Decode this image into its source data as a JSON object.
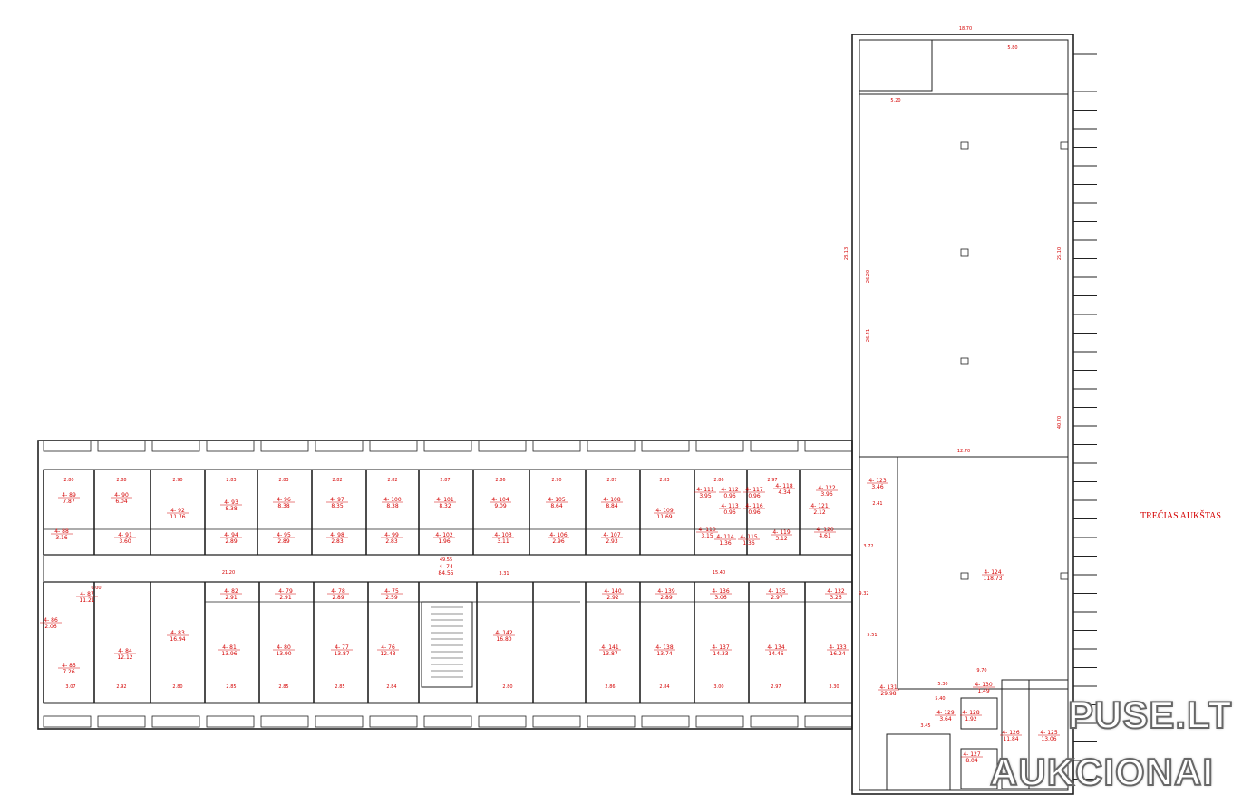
{
  "floor_label": "TREČIAS AUKŠTAS",
  "watermark": {
    "line1": "PUSE.LT",
    "line2": "AUKCIONAI"
  },
  "colors": {
    "wall": "#222222",
    "annotation": "#d40000",
    "background": "#ffffff"
  },
  "rooms_top": [
    {
      "id": "4- 89",
      "area": "7.87"
    },
    {
      "id": "4- 90",
      "area": "6.04"
    },
    {
      "id": "4- 92",
      "area": "11.76"
    },
    {
      "id": "4- 93",
      "area": "8.38"
    },
    {
      "id": "4- 96",
      "area": "8.38"
    },
    {
      "id": "4- 97",
      "area": "8.35"
    },
    {
      "id": "4- 100",
      "area": "8.38"
    },
    {
      "id": "4- 101",
      "area": "8.32"
    },
    {
      "id": "4- 104",
      "area": "9.09"
    },
    {
      "id": "4- 105",
      "area": "8.64"
    },
    {
      "id": "4- 108",
      "area": "8.84"
    },
    {
      "id": "4- 109",
      "area": "11.69"
    }
  ],
  "rooms_top_small": [
    {
      "id": "4- 88",
      "area": "3.16"
    },
    {
      "id": "4- 91",
      "area": "3.60"
    },
    {
      "id": "4- 94",
      "area": "2.89"
    },
    {
      "id": "4- 95",
      "area": "2.89"
    },
    {
      "id": "4- 98",
      "area": "2.83"
    },
    {
      "id": "4- 99",
      "area": "2.83"
    },
    {
      "id": "4- 102",
      "area": "1.96"
    },
    {
      "id": "4- 103",
      "area": "3.11"
    },
    {
      "id": "4- 106",
      "area": "2.96"
    },
    {
      "id": "4- 107",
      "area": "2.93"
    }
  ],
  "rooms_mid": [
    {
      "id": "4- 111",
      "area": "3.95"
    },
    {
      "id": "4- 112",
      "area": "0.96"
    },
    {
      "id": "4- 113",
      "area": "0.96"
    },
    {
      "id": "4- 117",
      "area": "0.96"
    },
    {
      "id": "4- 116",
      "area": "0.96"
    },
    {
      "id": "4- 118",
      "area": "4.34"
    },
    {
      "id": "4- 122",
      "area": "3.96"
    },
    {
      "id": "4- 121",
      "area": "2.12"
    },
    {
      "id": "4- 120",
      "area": "4.61"
    },
    {
      "id": "4- 110",
      "area": "3.15"
    },
    {
      "id": "4- 114",
      "area": "1.36"
    },
    {
      "id": "4- 115",
      "area": "1.36"
    },
    {
      "id": "4- 119",
      "area": "3.12"
    },
    {
      "id": "4- 123",
      "area": "3.46"
    }
  ],
  "corridor": {
    "id": "4- 74",
    "area": "84.55"
  },
  "rooms_bottom": [
    {
      "id": "4- 87",
      "area": "11.21"
    },
    {
      "id": "4- 86",
      "area": "2.06"
    },
    {
      "id": "4- 85",
      "area": "7.26"
    },
    {
      "id": "4- 84",
      "area": "12.12"
    },
    {
      "id": "4- 83",
      "area": "16.94"
    },
    {
      "id": "4- 81",
      "area": "13.96"
    },
    {
      "id": "4- 80",
      "area": "13.90"
    },
    {
      "id": "4- 77",
      "area": "13.87"
    },
    {
      "id": "4- 76",
      "area": "12.43"
    },
    {
      "id": "4- 142",
      "area": "16.80"
    },
    {
      "id": "4- 141",
      "area": "13.87"
    },
    {
      "id": "4- 138",
      "area": "13.74"
    },
    {
      "id": "4- 137",
      "area": "14.33"
    },
    {
      "id": "4- 134",
      "area": "14.46"
    },
    {
      "id": "4- 133",
      "area": "16.24"
    }
  ],
  "rooms_bottom_small": [
    {
      "id": "4- 82",
      "area": "2.91"
    },
    {
      "id": "4- 79",
      "area": "2.91"
    },
    {
      "id": "4- 78",
      "area": "2.89"
    },
    {
      "id": "4- 75",
      "area": "2.59"
    },
    {
      "id": "4- 140",
      "area": "2.92"
    },
    {
      "id": "4- 139",
      "area": "2.89"
    },
    {
      "id": "4- 136",
      "area": "3.06"
    },
    {
      "id": "4- 135",
      "area": "2.97"
    },
    {
      "id": "4- 132",
      "area": "3.26"
    }
  ],
  "rooms_east": [
    {
      "id": "4- 124",
      "area": "118.73"
    },
    {
      "id": "4- 131",
      "area": "29.98"
    },
    {
      "id": "4- 130",
      "area": "1.49"
    },
    {
      "id": "4- 129",
      "area": "3.64"
    },
    {
      "id": "4- 128",
      "area": "1.92"
    },
    {
      "id": "4- 127",
      "area": "8.04"
    },
    {
      "id": "4- 126",
      "area": "11.84"
    },
    {
      "id": "4- 125",
      "area": "13.06"
    }
  ],
  "dimensions": {
    "top_row": [
      "2.80",
      "2.88",
      "2.90",
      "2.83",
      "2.83",
      "2.82",
      "2.82",
      "2.87",
      "2.86",
      "2.90",
      "2.87",
      "2.83",
      "2.86",
      "2.97"
    ],
    "corridor_len": "49.55",
    "corridor_a": "21.20",
    "corridor_b": "15.40",
    "corridor_c": "3.31",
    "bottom_row": [
      "3.07",
      "2.92",
      "2.80",
      "2.85",
      "2.85",
      "2.85",
      "2.84",
      "2.80",
      "2.86",
      "2.84",
      "3.00",
      "2.97",
      "3.30"
    ],
    "east_top": "18.70",
    "east_inner": "5.80",
    "east_mid": "12.70",
    "east_height_a": "28.13",
    "east_height_b": "26.41",
    "east_height_c": "26.20",
    "east_height_d": "25.10",
    "east_height_e": "40.70",
    "stair_a": "5.20",
    "misc": [
      "6.00",
      "5.30",
      "5.40",
      "9.70",
      "3.45",
      "2.41",
      "3.72",
      "9.32",
      "5.51"
    ]
  }
}
